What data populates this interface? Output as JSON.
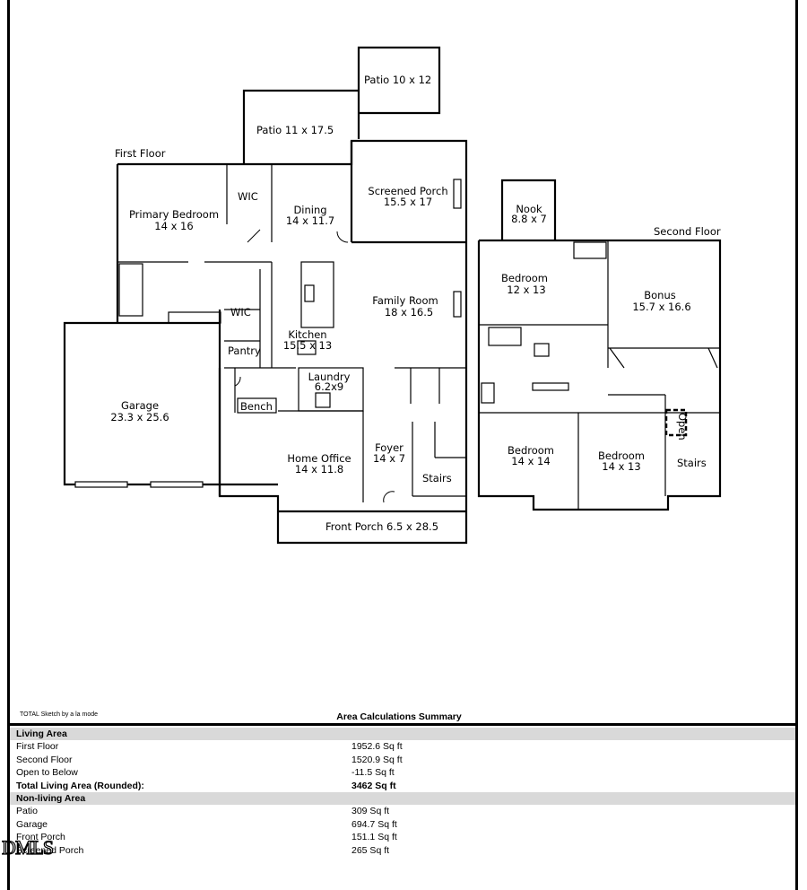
{
  "floor_labels": {
    "first": "First Floor",
    "second": "Second Floor"
  },
  "rooms": {
    "patio_a": {
      "name": "Patio 10 x 12"
    },
    "patio_b": {
      "name": "Patio 11 x 17.5"
    },
    "wic_upper": {
      "name": "WIC"
    },
    "primary_bedroom": {
      "name": "Primary Bedroom",
      "size": "14 x 16"
    },
    "dining": {
      "name": "Dining",
      "size": "14 x 11.7"
    },
    "screened_porch": {
      "name": "Screened Porch",
      "size": "15.5 x 17"
    },
    "family_room": {
      "name": "Family Room",
      "size": "18 x 16.5"
    },
    "wic_lower": {
      "name": "WIC"
    },
    "pantry": {
      "name": "Pantry"
    },
    "kitchen": {
      "name": "Kitchen",
      "size": "15.5 x 13"
    },
    "laundry": {
      "name": "Laundry",
      "size": "6.2x9"
    },
    "garage": {
      "name": "Garage",
      "size": "23.3 x 25.6"
    },
    "bench": {
      "name": "Bench"
    },
    "foyer": {
      "name": "Foyer",
      "size": "14 x 7"
    },
    "home_office": {
      "name": "Home Office",
      "size": "14 x 11.8"
    },
    "stairs_first": {
      "name": "Stairs"
    },
    "front_porch": {
      "name": "Front Porch 6.5 x 28.5"
    },
    "nook": {
      "name": "Nook",
      "size": "8.8 x 7"
    },
    "bedroom_a": {
      "name": "Bedroom",
      "size": "12 x 13"
    },
    "bonus": {
      "name": "Bonus",
      "size": "15.7 x 16.6"
    },
    "bedroom_b": {
      "name": "Bedroom",
      "size": "14 x 14"
    },
    "bedroom_c": {
      "name": "Bedroom",
      "size": "14 x 13"
    },
    "stairs_second": {
      "name": "Stairs"
    },
    "open": {
      "name": "Open"
    }
  },
  "summary": {
    "credit": "TOTAL Sketch by a la mode",
    "title": "Area Calculations Summary",
    "rows": [
      {
        "label": "Living Area",
        "value": ""
      },
      {
        "label": "First Floor",
        "value": "1952.6 Sq ft"
      },
      {
        "label": "Second Floor",
        "value": "1520.9 Sq ft"
      },
      {
        "label": "Open to Below",
        "value": "-11.5 Sq ft"
      },
      {
        "label": "Total Living Area (Rounded):",
        "value": "3462 Sq ft"
      },
      {
        "label": "Non-living Area",
        "value": ""
      },
      {
        "label": "Patio",
        "value": "309 Sq ft"
      },
      {
        "label": "Garage",
        "value": "694.7 Sq ft"
      },
      {
        "label": "Front Porch",
        "value": "151.1 Sq ft"
      },
      {
        "label": "Screened Porch",
        "value": "265 Sq ft"
      }
    ]
  },
  "watermark": "DMLS"
}
